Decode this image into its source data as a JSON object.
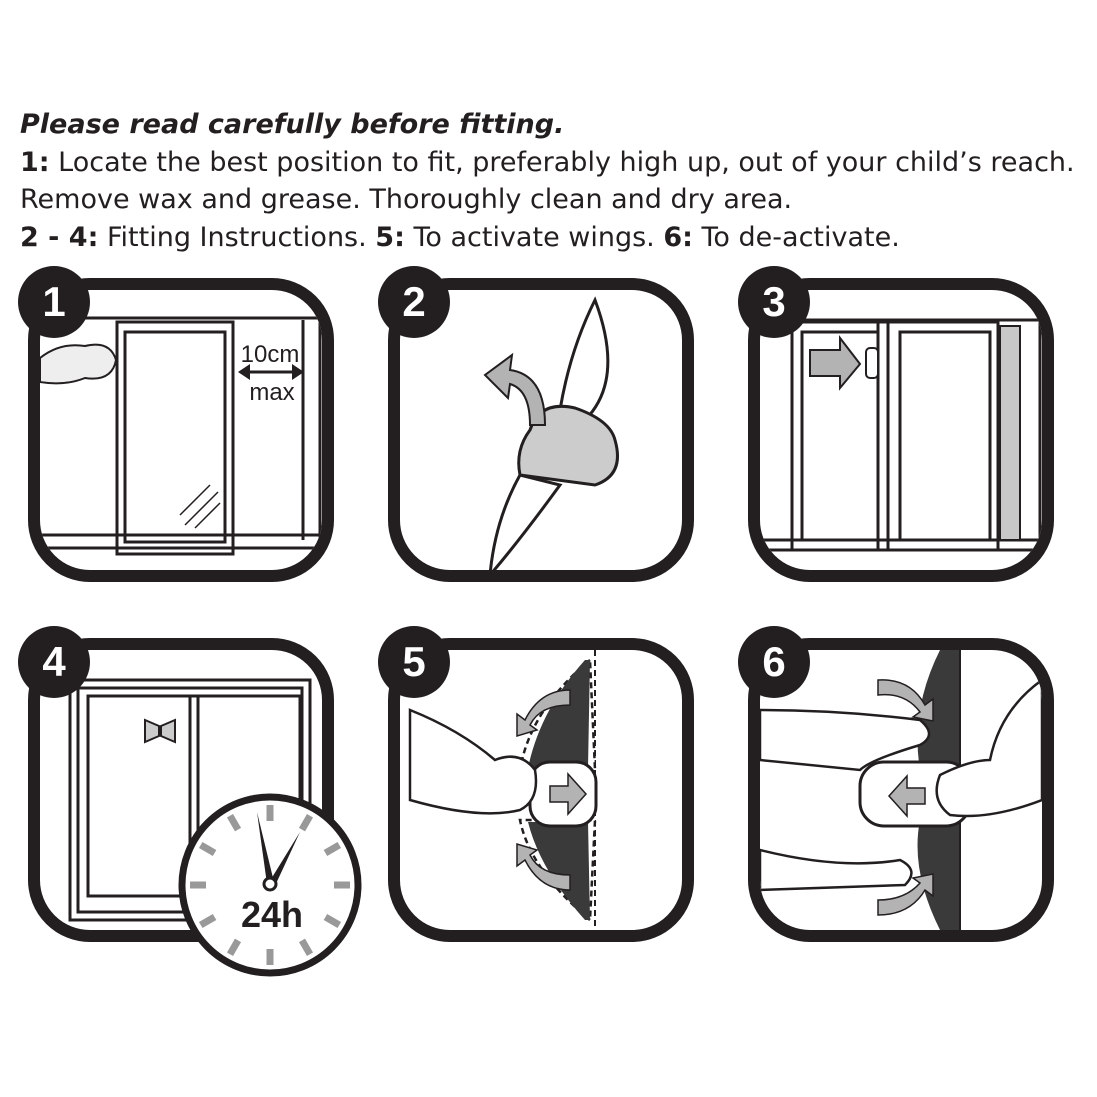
{
  "intro": {
    "title": "Please read carefully before fitting.",
    "line1_label": "1:",
    "line1_text": " Locate the best position to fit, preferably high up, out of your child’s reach. Remove wax and grease. Thoroughly clean and dry area.",
    "line2_label1": "2 - 4:",
    "line2_text1": " Fitting Instructions.  ",
    "line2_label2": "5:",
    "line2_text2": " To activate wings.  ",
    "line2_label3": "6:",
    "line2_text3": " To de-activate."
  },
  "steps": [
    {
      "number": "1",
      "distance": "10cm",
      "distance_qualifier": "max"
    },
    {
      "number": "2"
    },
    {
      "number": "3"
    },
    {
      "number": "4",
      "clock_label": "24h"
    },
    {
      "number": "5"
    },
    {
      "number": "6"
    }
  ],
  "colors": {
    "ink": "#231f20",
    "arrow_gray": "#b3b3b3"
  }
}
